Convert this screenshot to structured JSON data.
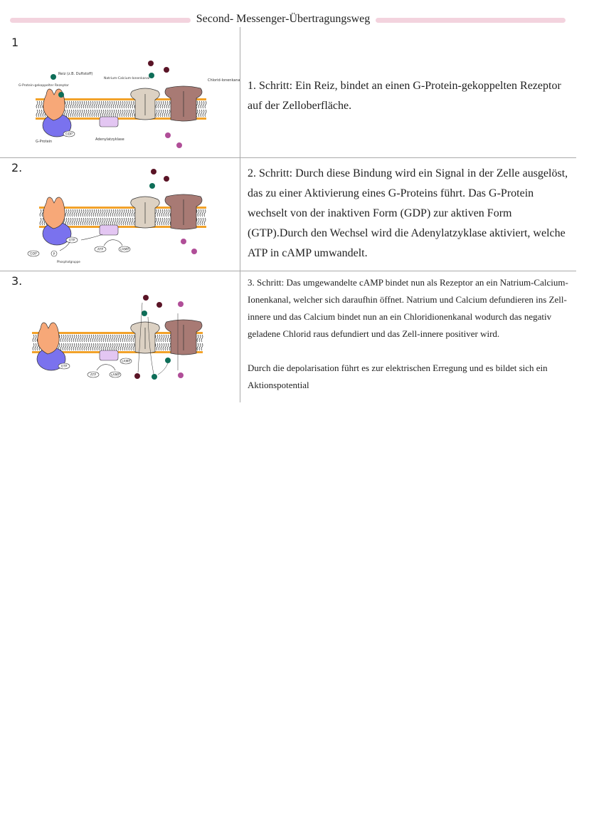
{
  "title": "Second- Messenger-Übertragungsweg",
  "colors": {
    "title_bar": "#f3d3de",
    "membrane": "#f2a22a",
    "receptor": "#f7a878",
    "g_protein": "#7a72ee",
    "adenylatzyklase": "#e3c6f2",
    "na_ca_channel": "#dcd1c3",
    "chloride_channel": "#a87a74",
    "sodium": "#5a1426",
    "calcium": "#0e6e58",
    "chloride": "#b04e98"
  },
  "steps": [
    {
      "number": "1",
      "text": "1. Schritt: Ein Reiz, bindet an einen G-Protein-gekoppelten Rezeptor auf der Zelloberfläche.",
      "labels": {
        "reiz": "Reiz (z.B. Duftstoff)",
        "receptor": "G-Protein-gekoppelter Rezeptor",
        "channel": "Natrium-Calcium-Ionenkanal",
        "chlorid": "Chlorid-Ionenkanal",
        "gdp": "GDP",
        "gprotein": "G-Protein",
        "adenyl": "Adenylatzyklase"
      }
    },
    {
      "number": "2.",
      "text": "2. Schritt: Durch diese Bindung wird ein Signal in der Zelle ausgelöst, das zu einer Aktivierung eines G-Proteins führt. Das G-Protein wechselt von der inaktiven Form (GDP) zur aktiven Form (GTP).Durch den Wechsel wird die Adenylatzyklase aktiviert, welche ATP in cAMP umwandelt.",
      "labels": {
        "gtp": "GTP",
        "atp": "ATP",
        "camp": "cAMP",
        "gdp": "GDP",
        "p": "P",
        "phosphat": "Phosphatgruppe"
      }
    },
    {
      "number": "3.",
      "text": "3. Schritt: Das umgewandelte cAMP bindet nun als Rezeptor an ein Natrium-Calcium-Ionenkanal, welcher sich daraufhin öffnet. Natrium und Calcium defundieren ins Zell-innere und das Calcium bindet nun an ein Chloridionenkanal wodurch das negativ geladene Chlorid raus defundiert und das Zell-innere positiver wird.",
      "text2": "Durch die depolarisation führt es zur elektrischen Erregung und es bildet sich ein Aktionspotential",
      "labels": {
        "gtp": "GTP",
        "atp": "ATP",
        "camp": "cAMP",
        "camp2": "cAMP"
      }
    }
  ]
}
